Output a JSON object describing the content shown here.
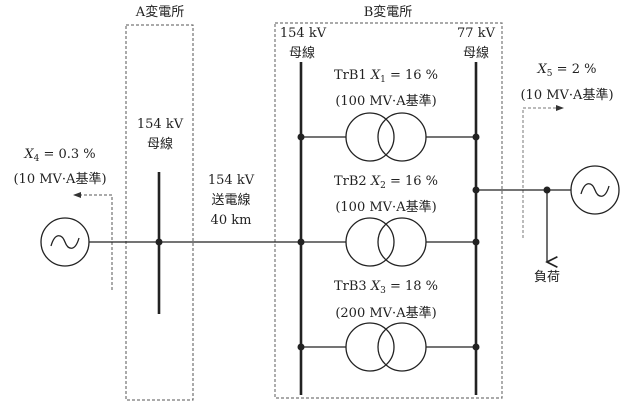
{
  "substation_a": {
    "title": "A変電所",
    "bus_voltage": "154 kV",
    "bus_label": "母線"
  },
  "substation_b": {
    "title": "B変電所",
    "bus_hv_voltage": "154 kV",
    "bus_hv_label": "母線",
    "bus_lv_voltage": "77 kV",
    "bus_lv_label": "母線",
    "transformers": [
      {
        "name": "TrB1",
        "symbol": "X",
        "sub": "1",
        "value": "= 16 %",
        "base": "(100 MV·A基準)"
      },
      {
        "name": "TrB2",
        "symbol": "X",
        "sub": "2",
        "value": "= 16 %",
        "base": "(100 MV·A基準)"
      },
      {
        "name": "TrB3",
        "symbol": "X",
        "sub": "3",
        "value": "= 18 %",
        "base": "(200 MV·A基準)"
      }
    ]
  },
  "line": {
    "voltage": "154 kV",
    "label": "送電線",
    "length": "40 km"
  },
  "source_left": {
    "symbol": "X",
    "sub": "4",
    "value": "= 0.3 %",
    "base": "(10 MV·A基準)"
  },
  "source_right": {
    "symbol": "X",
    "sub": "5",
    "value": "= 2 %",
    "base": "(10 MV·A基準)"
  },
  "load": {
    "label": "負荷"
  }
}
